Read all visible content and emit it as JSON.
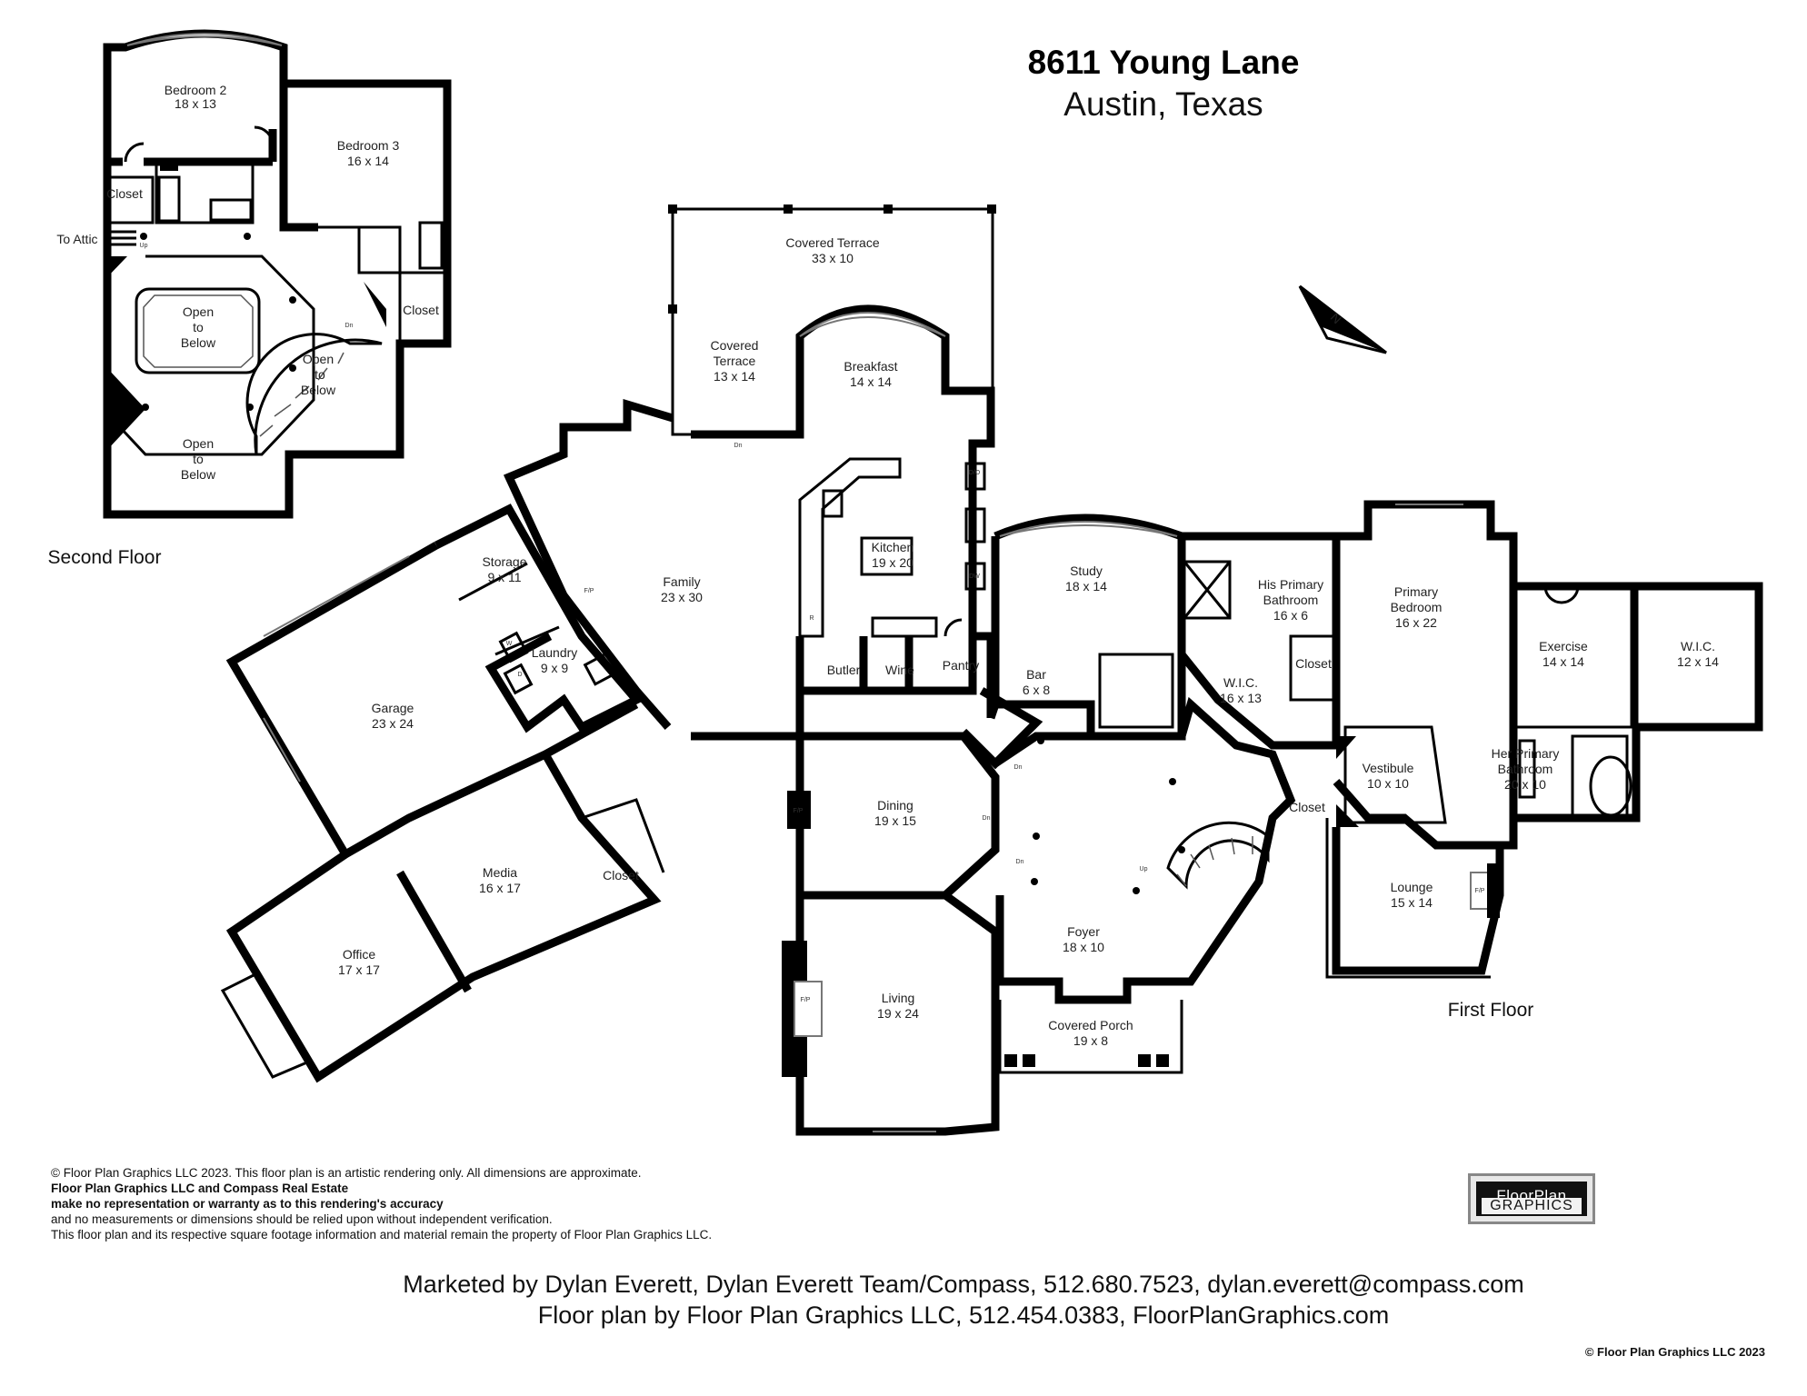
{
  "header": {
    "title": "8611 Young Lane",
    "subtitle": "Austin, Texas"
  },
  "floors": {
    "second": "Second Floor",
    "first": "First Floor"
  },
  "rooms": {
    "bedroom2": {
      "name": "Bedroom 2",
      "size": "18 x 13"
    },
    "bedroom3": {
      "name": "Bedroom 3",
      "size": "16 x 14"
    },
    "closet_b2": "Closet",
    "to_attic": "To Attic",
    "closet_b3": "Closet",
    "open_below_1": [
      "Open",
      "to",
      "Below"
    ],
    "open_below_2": [
      "Open",
      "to",
      "Below"
    ],
    "open_below_3": [
      "Open",
      "to",
      "Below"
    ],
    "covered_terrace_top": {
      "name": "Covered Terrace",
      "size": "33 x 10"
    },
    "covered_terrace_left": {
      "name": [
        "Covered",
        "Terrace"
      ],
      "size": "13 x 14"
    },
    "breakfast": {
      "name": "Breakfast",
      "size": "14 x 14"
    },
    "kitchen": {
      "name": "Kitchen",
      "size": "19 x 20"
    },
    "family": {
      "name": "Family",
      "size": "23 x 30"
    },
    "storage": {
      "name": "Storage",
      "size": "9 x 11"
    },
    "laundry": {
      "name": "Laundry",
      "size": "9 x 9"
    },
    "garage": {
      "name": "Garage",
      "size": "23 x 24"
    },
    "media": {
      "name": "Media",
      "size": "16 x 17"
    },
    "office": {
      "name": "Office",
      "size": "17 x 17"
    },
    "closet_media": "Closet",
    "butler": "Butler",
    "wine": "Wine",
    "pantry": "Pantry",
    "bar": {
      "name": "Bar",
      "size": "6 x 8"
    },
    "study": {
      "name": "Study",
      "size": "18 x 14"
    },
    "dining": {
      "name": "Dining",
      "size": "19 x 15"
    },
    "living": {
      "name": "Living",
      "size": "19 x 24"
    },
    "foyer": {
      "name": "Foyer",
      "size": "18 x 10"
    },
    "covered_porch": {
      "name": "Covered Porch",
      "size": "19 x 8"
    },
    "his_bath": {
      "name": [
        "His Primary",
        "Bathroom"
      ],
      "size": "16 x 6"
    },
    "wic_his": {
      "name": "W.I.C.",
      "size": "16 x 13"
    },
    "closet_his": "Closet",
    "primary_bedroom": {
      "name": [
        "Primary",
        "Bedroom"
      ],
      "size": "16 x 22"
    },
    "vestibule": {
      "name": "Vestibule",
      "size": "10 x 10"
    },
    "closet_foyer": "Closet",
    "lounge": {
      "name": "Lounge",
      "size": "15 x 14"
    },
    "exercise": {
      "name": "Exercise",
      "size": "14 x 14"
    },
    "wic_her": {
      "name": "W.I.C.",
      "size": "12 x 14"
    },
    "her_bath": {
      "name": [
        "Her Primary",
        "Bathroom"
      ],
      "size": "20 x 10"
    }
  },
  "fixture_tags": {
    "up": "Up",
    "dn": "Dn",
    "fp": "F/P",
    "dw": "DW",
    "do": "D/O",
    "r": "R",
    "w": "W",
    "d": "D"
  },
  "compass_letter": "N",
  "disclaimer": {
    "line1": "© Floor Plan Graphics LLC 2023. This floor plan is an artistic rendering only. All dimensions are approximate.",
    "line2": "Floor Plan Graphics LLC and Compass Real Estate",
    "line3": "make no representation or warranty as to this rendering's accuracy",
    "line4": "and no measurements or dimensions should be relied upon without independent verification.",
    "line5": "This floor plan and its respective square footage information and material remain the property of Floor Plan Graphics LLC."
  },
  "logo": {
    "line1": "FloorPlan",
    "line2": "GRAPHICS"
  },
  "credits": {
    "marketed_by": "Marketed by Dylan Everett, Dylan Everett Team/Compass, 512.680.7523, dylan.everett@compass.com",
    "floor_plan_by": "Floor plan by Floor Plan Graphics LLC, 512.454.0383, FloorPlanGraphics.com"
  },
  "copyright": "© Floor Plan Graphics LLC 2023"
}
